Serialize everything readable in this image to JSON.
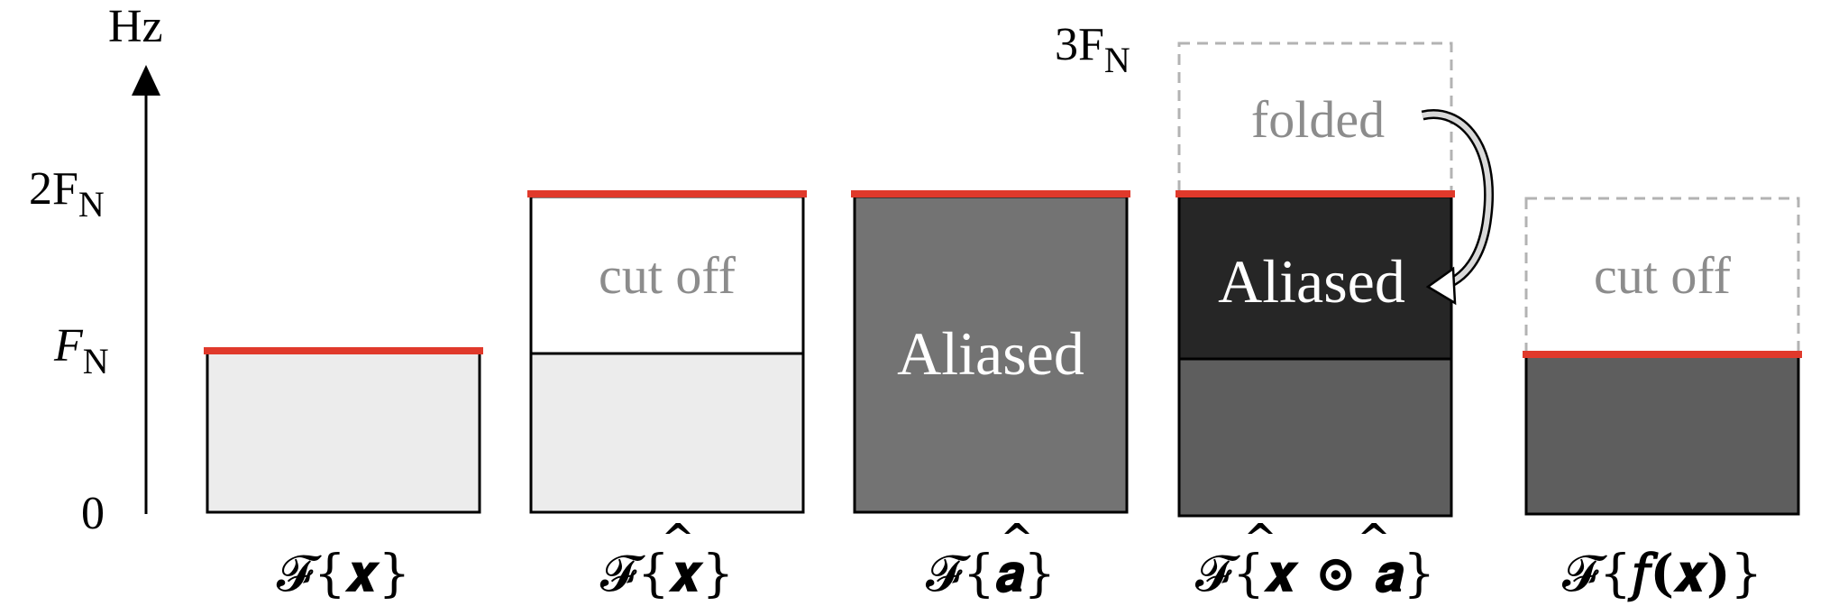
{
  "axis": {
    "unit": "Hz",
    "ticks": [
      {
        "main": "0",
        "sub": ""
      },
      {
        "main": "F",
        "sub": "N"
      },
      {
        "main": "2F",
        "sub": "N"
      },
      {
        "main": "3F",
        "sub": "N"
      }
    ]
  },
  "bars": [
    {
      "label_pre": "𝓕{",
      "label_mid": "𝒙",
      "label_post": "}",
      "hat": false
    },
    {
      "label_pre": "𝓕{",
      "label_mid": "𝒙",
      "label_post": "}",
      "hat": true,
      "cut_text": "cut off"
    },
    {
      "label_pre": "𝓕{",
      "label_mid": "𝒂",
      "label_post": "}",
      "hat": true,
      "aliased_text": "Aliased"
    },
    {
      "label_pre": "𝓕{",
      "label_mid": "𝒙 ⊙ 𝒂",
      "label_post": "}",
      "hat": true,
      "aliased_text": "Aliased",
      "folded_text": "folded"
    },
    {
      "label_pre": "𝓕{",
      "label_mid": "𝑓(𝒙)",
      "label_post": "}",
      "hat": false,
      "cut_text": "cut off"
    }
  ],
  "colors": {
    "red_line": "#e0392b",
    "light_fill": "#ececec",
    "mid_fill": "#737373",
    "dark_fill": "#5e5e5e",
    "black_fill": "#262626",
    "grey_text": "#8c8c8c",
    "dashed": "#b3b3b3"
  }
}
